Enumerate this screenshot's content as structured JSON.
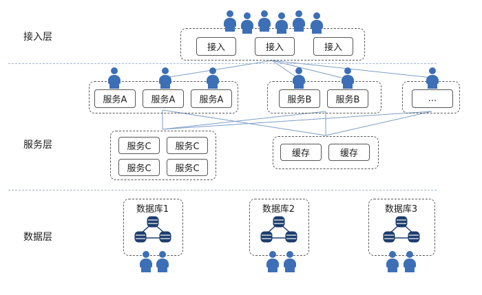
{
  "layers": {
    "access": "接入层",
    "service": "服务层",
    "data": "数据层"
  },
  "access": {
    "nodes": [
      "接入",
      "接入",
      "接入"
    ]
  },
  "services": {
    "group_a": [
      "服务A",
      "服务A",
      "服务A"
    ],
    "group_b": [
      "服务B",
      "服务B"
    ],
    "group_more": "...",
    "group_c": [
      "服务C",
      "服务C",
      "服务C",
      "服务C"
    ],
    "cache": [
      "缓存",
      "缓存"
    ]
  },
  "databases": [
    "数据库1",
    "数据库2",
    "数据库3"
  ],
  "colors": {
    "person": "#3d6fb6",
    "person_dark": "#2f5c9e",
    "db": "#1d3d6e",
    "line": "#7c9cc6"
  },
  "icons": {
    "person": "person-icon",
    "database": "database-cluster-icon"
  }
}
